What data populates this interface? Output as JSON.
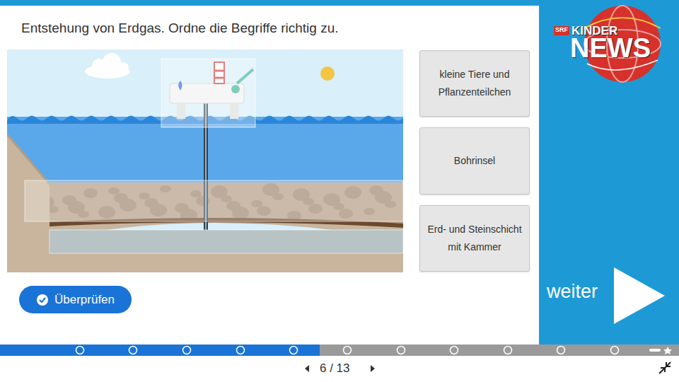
{
  "diagram": {
    "title": "Entstehung von Erdgas. Ordne die Begriffe richtig zu.",
    "nodes": [
      {
        "text": [
          "kleine Tiere und Pflanzenteilchen"
        ]
      },
      {
        "text": [
          "Bohrinsel"
        ]
      },
      {
        "text": [
          "Erd- und Steinschicht mit Kammer"
        ]
      },
      {
        "text": [
          "Überprüfen"
        ]
      }
    ],
    "labels": [
      "SRF",
      "KINDER",
      "NEWS",
      "weiter",
      "6 / 13"
    ]
  }
}
